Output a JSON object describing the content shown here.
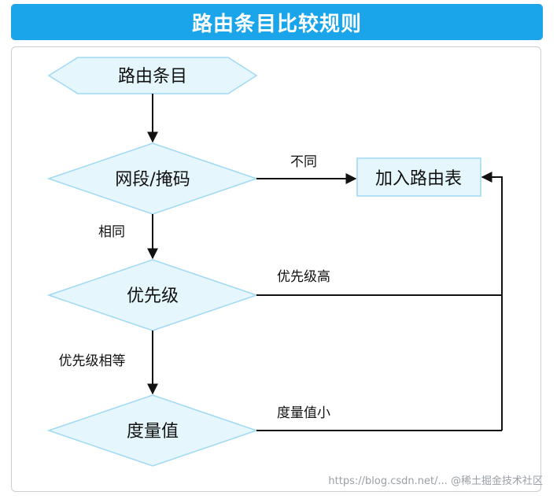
{
  "title": "路由条目比较规则",
  "nodes": {
    "start": "路由条目",
    "netmask": "网段/掩码",
    "priority": "优先级",
    "metric": "度量值",
    "add": "加入路由表"
  },
  "edges": {
    "different": "不同",
    "same": "相同",
    "higher_priority": "优先级高",
    "equal_priority": "优先级相等",
    "lower_metric": "度量值小"
  },
  "watermark": "https://blog.csdn.net/...  @稀土掘金技术社区",
  "colors": {
    "banner": "#1aa5ea",
    "shape_fill": "#e5f6fd",
    "shape_stroke": "#9fd9f3",
    "line": "#111111"
  }
}
